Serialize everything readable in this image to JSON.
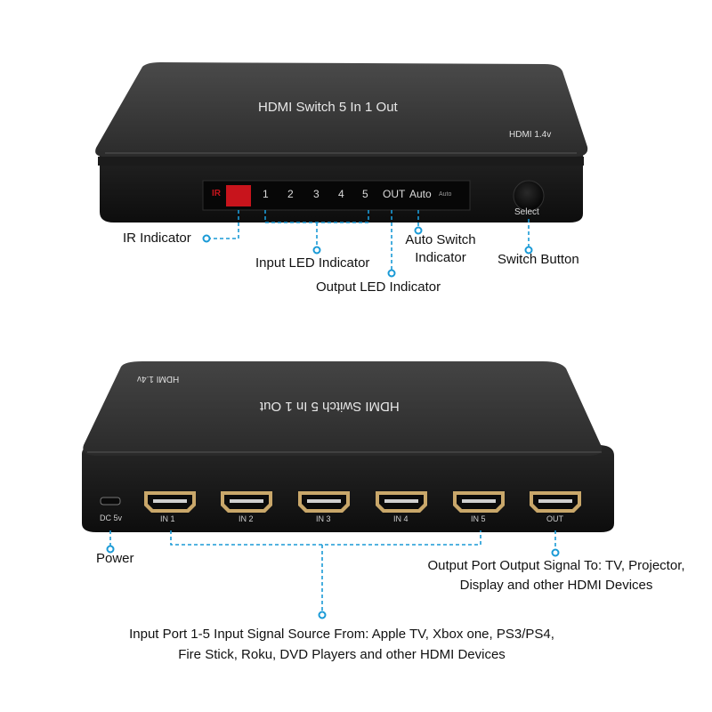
{
  "top_device": {
    "top_label": "HDMI Switch 5 In 1 Out",
    "version_label": "HDMI 1.4v",
    "ir_label": "IR",
    "led_labels": [
      "1",
      "2",
      "3",
      "4",
      "5"
    ],
    "out_label": "OUT",
    "auto_label": "Auto",
    "auto_small_label": "Auto",
    "select_label": "Select"
  },
  "top_callouts": {
    "ir_indicator": "IR Indicator",
    "input_led_indicator": "Input LED Indicator",
    "output_led_indicator": "Output LED Indicator",
    "auto_switch_line1": "Auto Switch",
    "auto_switch_line2": "Indicator",
    "switch_button": "Switch Button"
  },
  "bottom_device": {
    "top_label": "HDMI Switch 5 In 1 Out",
    "version_label": "HDMI 1.4v",
    "dc_label": "DC 5v",
    "ports": [
      "IN 1",
      "IN 2",
      "IN 3",
      "IN 4",
      "IN 5",
      "OUT"
    ]
  },
  "bottom_callouts": {
    "power": "Power",
    "output_port_line1": "Output Port Output Signal To: TV, Projector,",
    "output_port_line2": "Display and other HDMI Devices",
    "input_port_line1": "Input Port 1-5 Input Signal Source From: Apple TV, Xbox one, PS3/PS4,",
    "input_port_line2": "Fire Stick, Roku, DVD Players and other HDMI Devices"
  },
  "colors": {
    "device_body": "#1a1a1a",
    "device_top": "#3a3a3a",
    "ir_window": "#c8141c",
    "callout_line": "#1a9ad6",
    "text": "#111111"
  }
}
